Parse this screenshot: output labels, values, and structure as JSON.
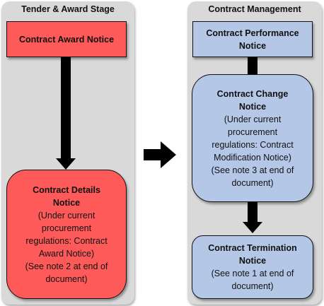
{
  "colors": {
    "award_box": "#ff5a5a",
    "management_box": "#b4c7e7",
    "panel": "#d9d9d9"
  },
  "left_panel": {
    "title": "Tender & Award Stage",
    "award_notice": "Contract Award Notice",
    "details_notice": {
      "title_lines": [
        "Contract Details",
        "Notice"
      ],
      "note_lines": [
        "(Under current",
        "procurement",
        "regulations: Contract",
        "Award Notice)",
        "(See note 2 at end of",
        "document)"
      ]
    }
  },
  "right_panel": {
    "title": "Contract Management",
    "performance_notice": {
      "title_lines": [
        "Contract Performance",
        "Notice"
      ]
    },
    "change_notice": {
      "title_lines": [
        "Contract Change",
        "Notice"
      ],
      "note_lines": [
        "(Under current",
        "procurement",
        "regulations: Contract",
        "Modification Notice)",
        "(See note 3 at end of",
        "document)"
      ]
    },
    "termination_notice": {
      "title_lines": [
        "Contract Termination",
        "Notice"
      ],
      "note_lines": [
        "(See note 1 at end of",
        "document)"
      ]
    }
  },
  "connector_icon": "right-arrow-icon"
}
